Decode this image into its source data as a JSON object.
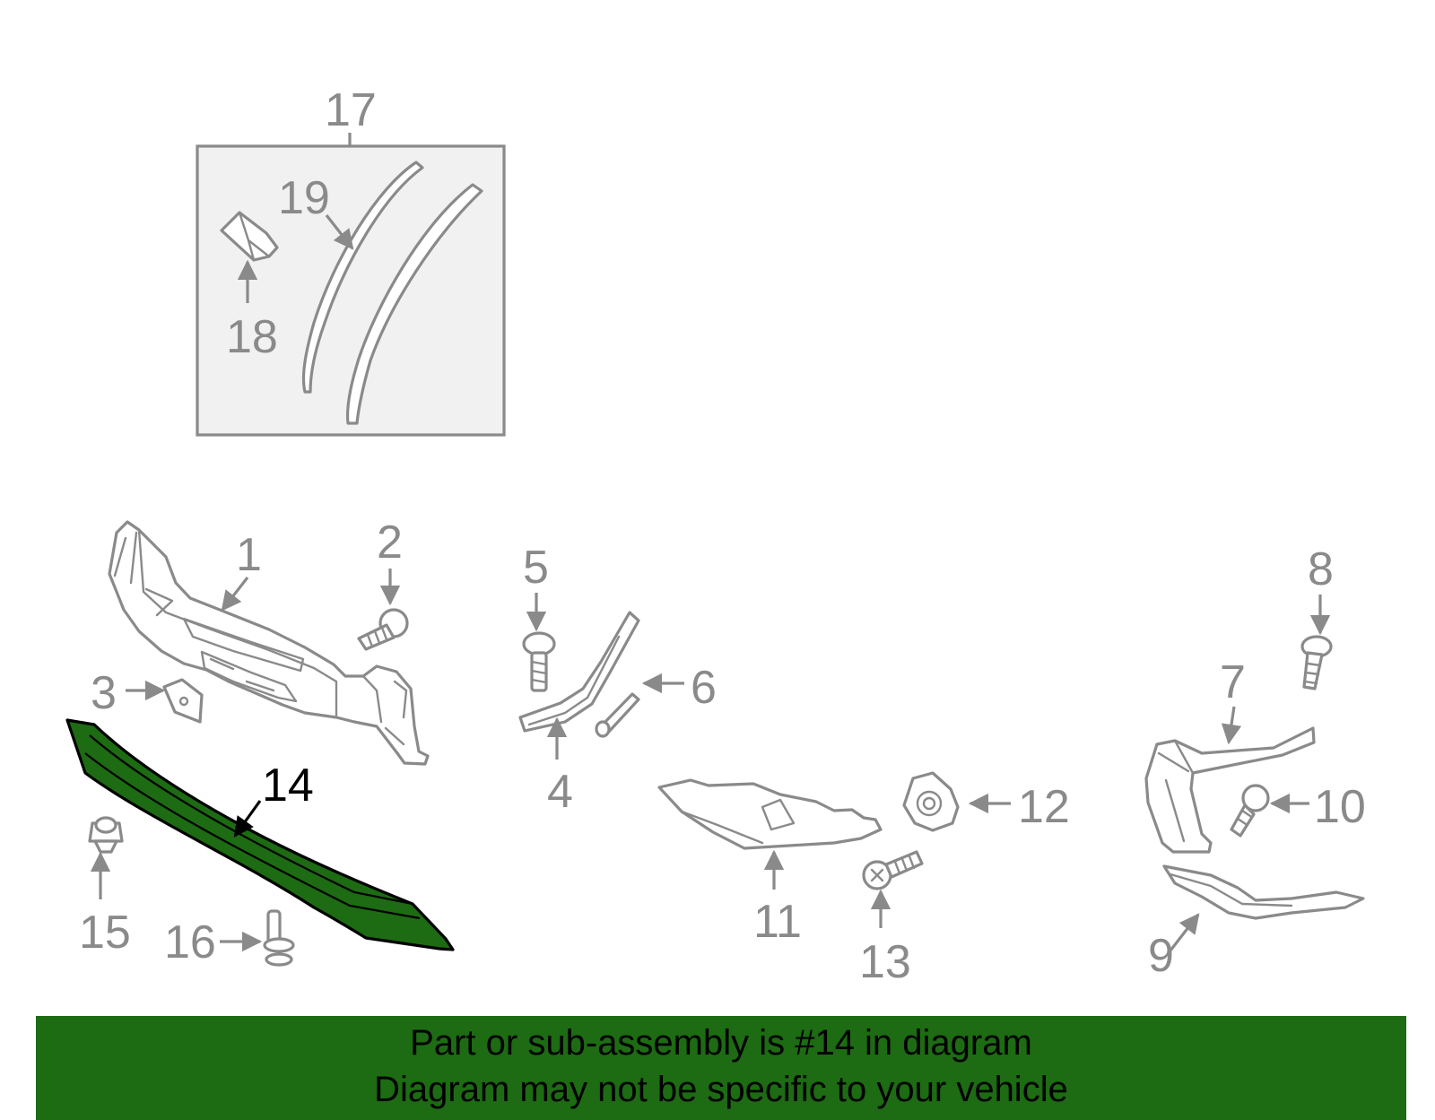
{
  "diagram": {
    "highlight_color": "#1d6b13",
    "part_numbers": {
      "p1": "1",
      "p2": "2",
      "p3": "3",
      "p4": "4",
      "p5": "5",
      "p6": "6",
      "p7": "7",
      "p8": "8",
      "p9": "9",
      "p10": "10",
      "p11": "11",
      "p12": "12",
      "p13": "13",
      "p14": "14",
      "p15": "15",
      "p16": "16",
      "p17": "17",
      "p18": "18",
      "p19": "19"
    }
  },
  "footer": {
    "line1": "Part or sub-assembly is #14 in diagram",
    "line2": "Diagram may not be specific to your vehicle"
  }
}
